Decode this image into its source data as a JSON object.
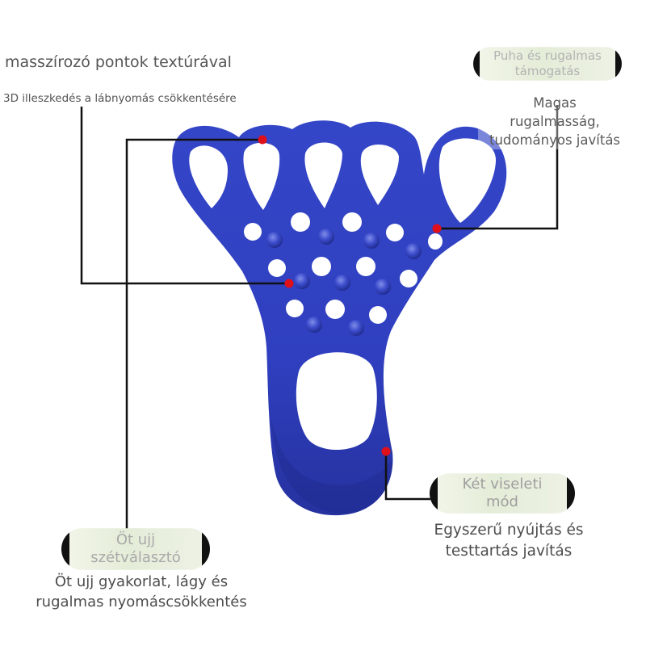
{
  "callouts": {
    "massage": {
      "title": "masszírozó pontok textúrával",
      "desc": "3D illeszkedés a lábnyomás csökkentésére"
    },
    "support": {
      "title_line1": "Puha és rugalmas",
      "title_line2": "támogatás",
      "desc_line1": "Magas",
      "desc_line2": "rugalmasság,",
      "desc_line3": "tudományos javítás"
    },
    "wear": {
      "title_line1": "Két viseleti",
      "title_line2": "mód",
      "desc_line1": "Egyszerű nyújtás és",
      "desc_line2": "testtartás javítás"
    },
    "toe": {
      "title_line1": "Öt ujj",
      "title_line2": "szétválasztó",
      "desc_line1": "Öt ujj gyakorlat, lágy és",
      "desc_line2": "rugalmas nyomáscsökkentés"
    }
  },
  "colors": {
    "product_blue": "#2f3fbf",
    "product_blue_dark": "#1f2a8f",
    "leader_line": "#111111",
    "marker_dot": "#e0101a"
  },
  "icons": {
    "product": "toe-separator-product-photo"
  }
}
